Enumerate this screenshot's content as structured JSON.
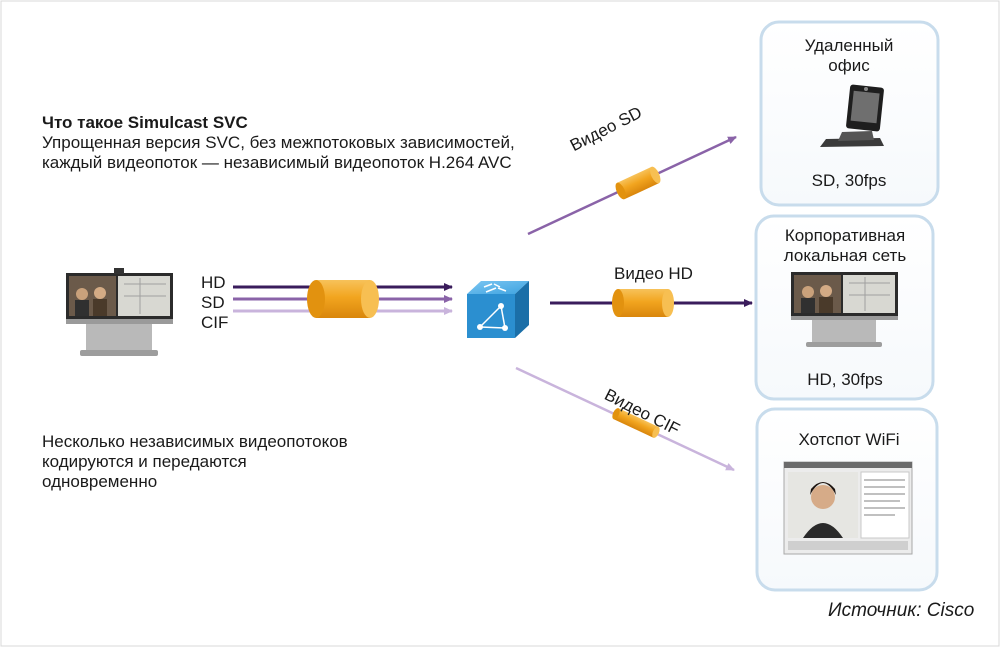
{
  "title": "Что такое Simulcast SVC",
  "description": [
    "Упрощенная версия SVC, без межпотоковых зависимостей,",
    "каждый видеопоток — независимый видеопоток H.264 AVC"
  ],
  "note": [
    "Несколько независимых видеопотоков",
    "кодируются и передаются",
    "одновременно"
  ],
  "source": "Источник: Cisco",
  "streams": {
    "hd": "HD",
    "sd": "SD",
    "cif": "CIF"
  },
  "links": {
    "video_sd": "Видео SD",
    "video_hd": "Видео HD",
    "video_cif": "Видео CIF"
  },
  "endpoints": {
    "remote_office": {
      "name_line1": "Удаленный",
      "name_line2": "офис",
      "format": "SD, 30fps"
    },
    "corporate_lan": {
      "name_line1": "Корпоративная",
      "name_line2": "локальная сеть",
      "format": "HD, 30fps"
    },
    "wifi_hotspot": {
      "name": "Хотспот WiFi"
    }
  },
  "colors": {
    "hd": "#3a1c5c",
    "sd": "#8a63a8",
    "cif": "#c9b4dc",
    "cylinder": "#f2a51f",
    "router": "#2b8fd0",
    "card_border": "#c8dcec"
  },
  "icons": {
    "router": "router-icon",
    "cylinder": "stream-cylinder-icon",
    "telepresence": "telepresence-system-icon",
    "desktop_endpoint": "desktop-video-phone-icon",
    "laptop_screen": "video-client-screen-icon"
  }
}
